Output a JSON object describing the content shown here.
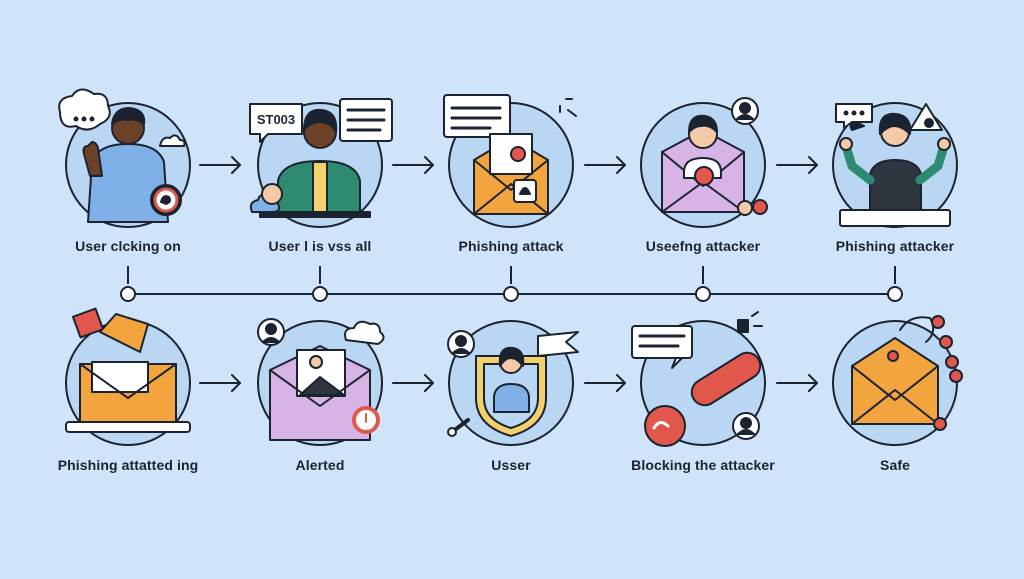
{
  "colors": {
    "background": "#cfe4f8",
    "circle_fill": "#b9d6f2",
    "outline": "#1c2330",
    "envelope_orange": "#f2a43f",
    "envelope_purple": "#d8b4e6",
    "blue_shirt": "#7fb0e8",
    "green_jacket": "#2f8a72",
    "alert_red": "#e2574c",
    "skin_dark": "#6b4228",
    "hair": "#1c2330"
  },
  "top_row": [
    {
      "label": "User clcking on",
      "icon": "user-waving-icon"
    },
    {
      "label": "User l is vss all",
      "icon": "user-speech-sto03-icon",
      "bubble_text": "ST003"
    },
    {
      "label": "Phishing attack",
      "icon": "open-envelope-bug-icon"
    },
    {
      "label": "Useefng attacker",
      "icon": "user-in-envelope-icon"
    },
    {
      "label": "Phishing attacker",
      "icon": "attacker-hands-up-icon"
    }
  ],
  "bottom_row": [
    {
      "label": "Phishing attatted ing",
      "icon": "laptop-envelope-icon"
    },
    {
      "label": "Alerted",
      "icon": "purple-envelope-alert-icon"
    },
    {
      "label": "Usser",
      "icon": "user-shield-icon"
    },
    {
      "label": "Blocking the attacker",
      "icon": "blocking-bar-icon"
    },
    {
      "label": "Safe",
      "icon": "safe-envelope-icon"
    }
  ]
}
